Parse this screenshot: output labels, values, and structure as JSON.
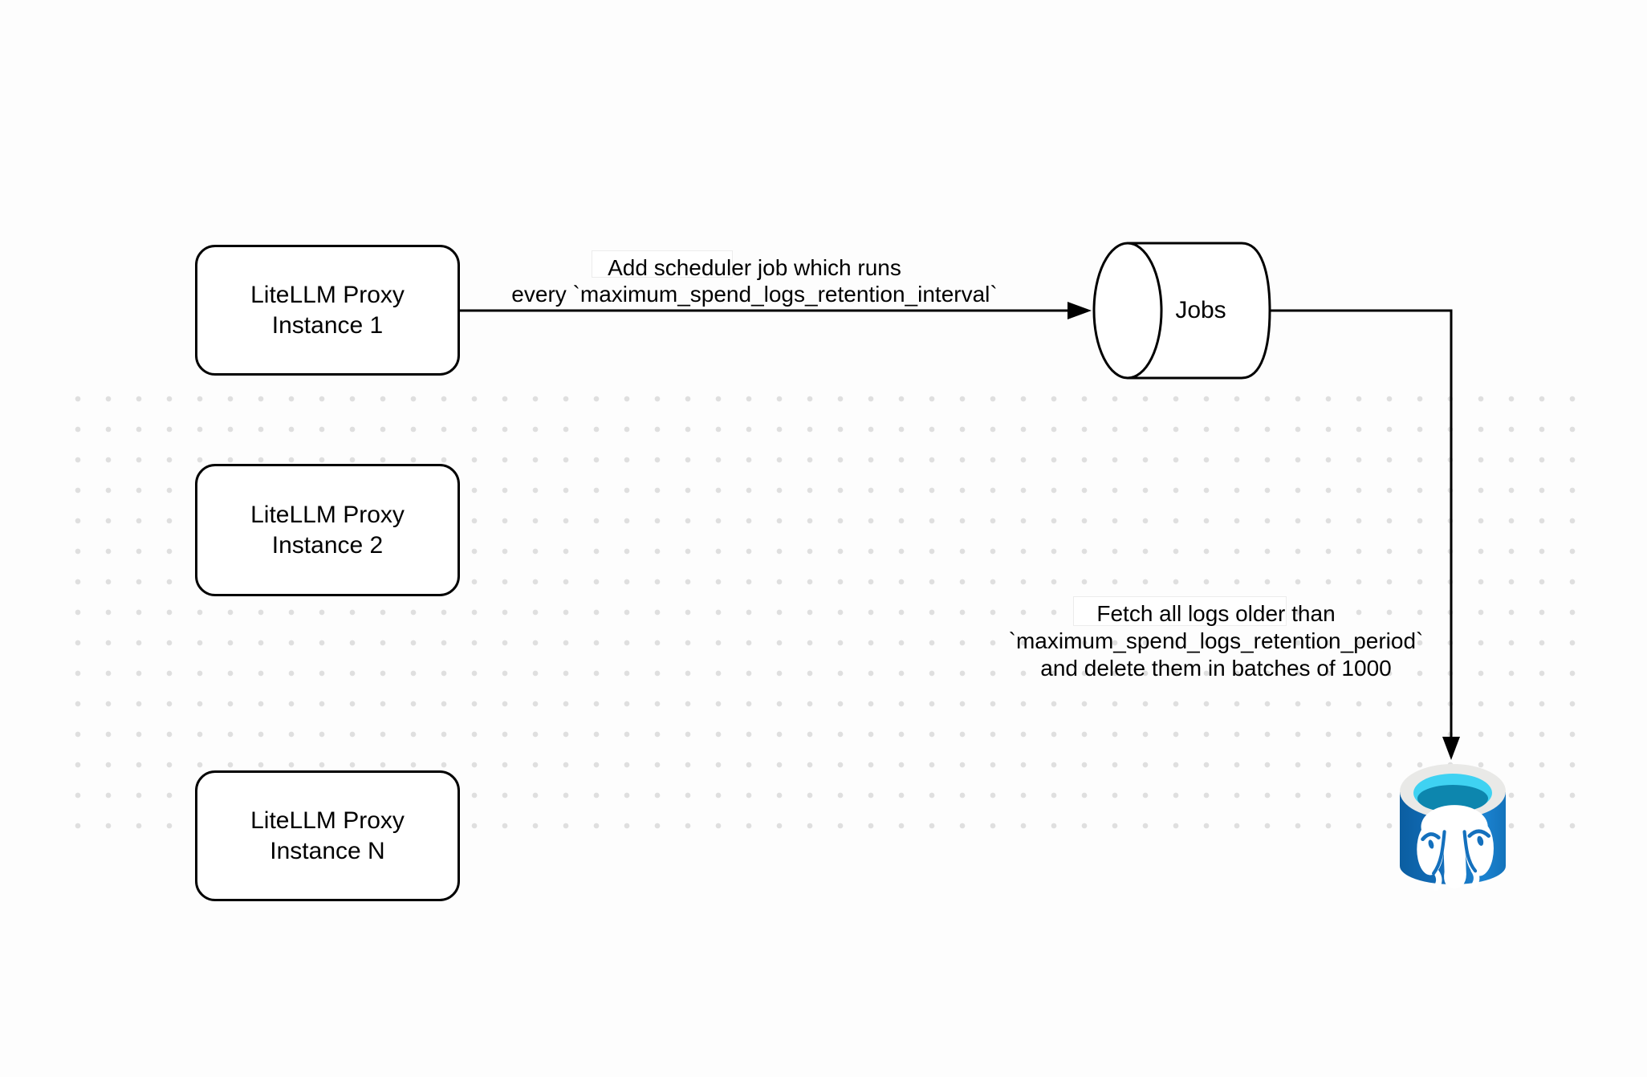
{
  "canvas": {
    "background_color": "#fdfdfd",
    "grid_dot_color": "#dfdfdf",
    "stroke_color": "#000000"
  },
  "nodes": [
    {
      "id": "litellm-proxy-instance-1",
      "line1": "LiteLLM Proxy",
      "line2": "Instance 1"
    },
    {
      "id": "litellm-proxy-instance-2",
      "line1": "LiteLLM Proxy",
      "line2": "Instance 2"
    },
    {
      "id": "litellm-proxy-instance-n",
      "line1": "LiteLLM Proxy",
      "line2": "Instance N"
    }
  ],
  "queue": {
    "label": "Jobs"
  },
  "edges": [
    {
      "id": "scheduler-edge",
      "line1": "Add scheduler job which runs",
      "line2": "every `maximum_spend_logs_retention_interval`"
    },
    {
      "id": "delete-edge",
      "line1": "Fetch all logs older than",
      "line2": "`maximum_spend_logs_retention_period`",
      "line3": "and delete them in batches of 1000"
    }
  ],
  "database": {
    "icon": "postgresql-database-icon",
    "colors": {
      "body_blue_dark": "#0b5ea1",
      "body_blue": "#1470bd",
      "body_blue_light": "#1b82cf",
      "rim_gray": "#e9e9e7",
      "water_cyan": "#3fd2f2",
      "water_teal": "#0d86ae"
    }
  }
}
